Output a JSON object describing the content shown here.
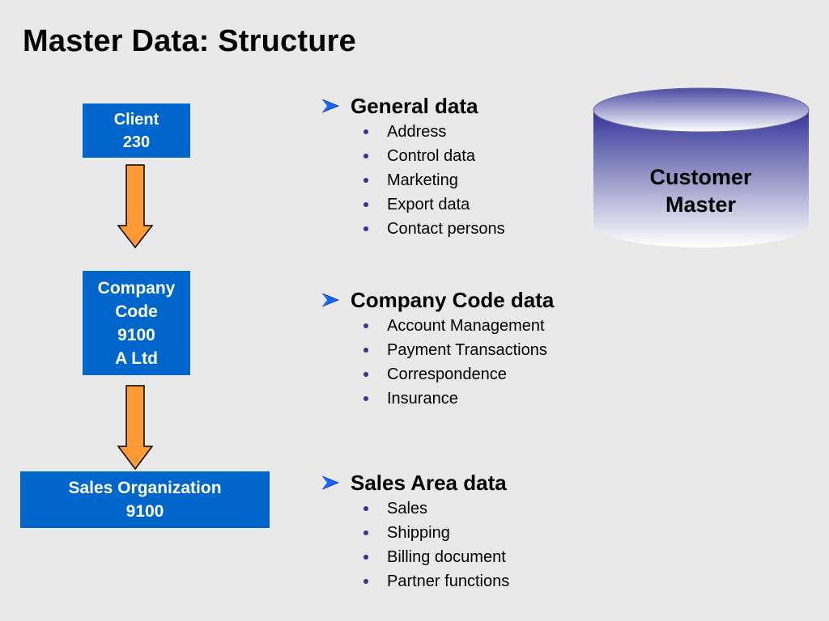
{
  "slide": {
    "title": "Master Data: Structure"
  },
  "hierarchy": {
    "client": {
      "lines": [
        "Client",
        "230"
      ]
    },
    "company_code": {
      "lines": [
        "Company",
        "Code",
        "9100",
        "A Ltd"
      ]
    },
    "sales_org": {
      "lines": [
        "Sales Organization",
        "9100"
      ]
    }
  },
  "sections": [
    {
      "title": "General data",
      "items": [
        "Address",
        "Control data",
        "Marketing",
        "Export data",
        "Contact persons"
      ]
    },
    {
      "title": "Company Code data",
      "items": [
        "Account Management",
        "Payment Transactions",
        "Correspondence",
        "Insurance"
      ]
    },
    {
      "title": "Sales Area data",
      "items": [
        "Sales",
        "Shipping",
        "Billing document",
        "Partner functions"
      ]
    }
  ],
  "database": {
    "lines": [
      "Customer",
      "Master"
    ]
  },
  "colors": {
    "background": "#e9e9e9",
    "box_fill": "#0066cc",
    "arrow_fill": "#ff9933",
    "marker": "#1a66ff",
    "bullet": "#333399",
    "cylinder_dark": "#333399"
  }
}
